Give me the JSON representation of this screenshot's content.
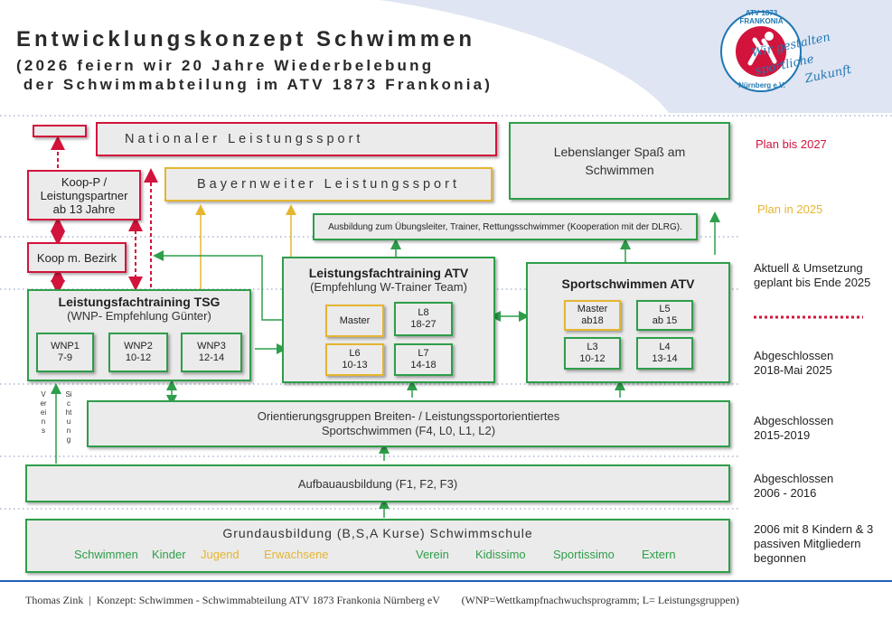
{
  "header": {
    "title": "Entwicklungskonzept Schwimmen",
    "subtitle_line1": "(2026 feiern wir 20 Jahre Wiederbelebung",
    "subtitle_line2": " der Schwimmabteilung im ATV 1873 Frankonia)"
  },
  "logo": {
    "ring_text": "ATV 1873 FRANKONIA",
    "bottom_text": "Nürnberg e.V.",
    "slogan_line1": "Wir gestalten sportliche",
    "slogan_line2": "Zukunft"
  },
  "boxes": {
    "national": "Nationaler Leistungssport",
    "lebenslang": "Lebenslanger Spaß am Schwimmen",
    "koop_partner": "Koop-P / Leistungspartner ab 13 Jahre",
    "bayern": "Bayernweiter Leistungssport",
    "ausbildung": "Ausbildung zum Übungsleiter, Trainer, Rettungsschwimmer (Kooperation mit der DLRG).",
    "koop_bezirk": "Koop m. Bezirk",
    "lf_atv_title": "Leistungsfachtraining ATV",
    "lf_atv_sub": "(Empfehlung W-Trainer Team)",
    "sport_atv_title": "Sportschwimmen ATV",
    "lf_tsg_title": "Leistungsfachtraining TSG",
    "lf_tsg_sub": "(WNP- Empfehlung Günter)",
    "orient_line1": "Orientierungsgruppen Breiten- / Leistungssportorientiertes",
    "orient_line2": "Sportschwimmen (F4, L0, L1, L2)",
    "aufbau": "Aufbauausbildung (F1, F2, F3)",
    "grund": "Grundausbildung (B,S,A Kurse) Schwimmschule"
  },
  "groups": {
    "master_atv": "Master",
    "l8": "L8",
    "l8_age": "18-27",
    "l6": "L6",
    "l6_age": "10-13",
    "l7": "L7",
    "l7_age": "14-18",
    "master_sport": "Master",
    "master_sport_age": "ab18",
    "l5": "L5",
    "l5_age": "ab 15",
    "l3": "L3",
    "l3_age": "10-12",
    "l4": "L4",
    "l4_age": "13-14",
    "wnp1": "WNP1",
    "wnp1_age": "7-9",
    "wnp2": "WNP2",
    "wnp2_age": "10-12",
    "wnp3": "WNP3",
    "wnp3_age": "12-14"
  },
  "school_words": {
    "schwimmen": "Schwimmen",
    "kinder": "Kinder",
    "jugend": "Jugend",
    "erwachsene": "Erwachsene",
    "verein": "Verein",
    "kidissimo": "Kidissimo",
    "sportissimo": "Sportissimo",
    "extern": "Extern"
  },
  "vertical_labels": {
    "vereins": "Vereins",
    "sichtung": "Sichtung"
  },
  "right_labels": {
    "plan2027": "Plan bis 2027",
    "plan2025": "Plan in 2025",
    "aktuell": "Aktuell & Umsetzung geplant bis Ende 2025",
    "abg2018": "Abgeschlossen 2018-Mai 2025",
    "abg2015": "Abgeschlossen 2015-2019",
    "abg2006": "Abgeschlossen 2006 - 2016",
    "start2006": "2006 mit 8 Kindern & 3 passiven Mitgliedern begonnen"
  },
  "footer": {
    "text": "Thomas Zink  |  Konzept: Schwimmen - Schwimmabteilung ATV 1873 Frankonia Nürnberg eV        (WNP=Wettkampfnachwuchsprogramm; L= Leistungsgruppen)"
  },
  "colors": {
    "green": "#2e9e4a",
    "red": "#d2143c",
    "gold": "#e5b531",
    "box_bg": "#ebebeb",
    "logo_blue": "#1f77b4"
  }
}
